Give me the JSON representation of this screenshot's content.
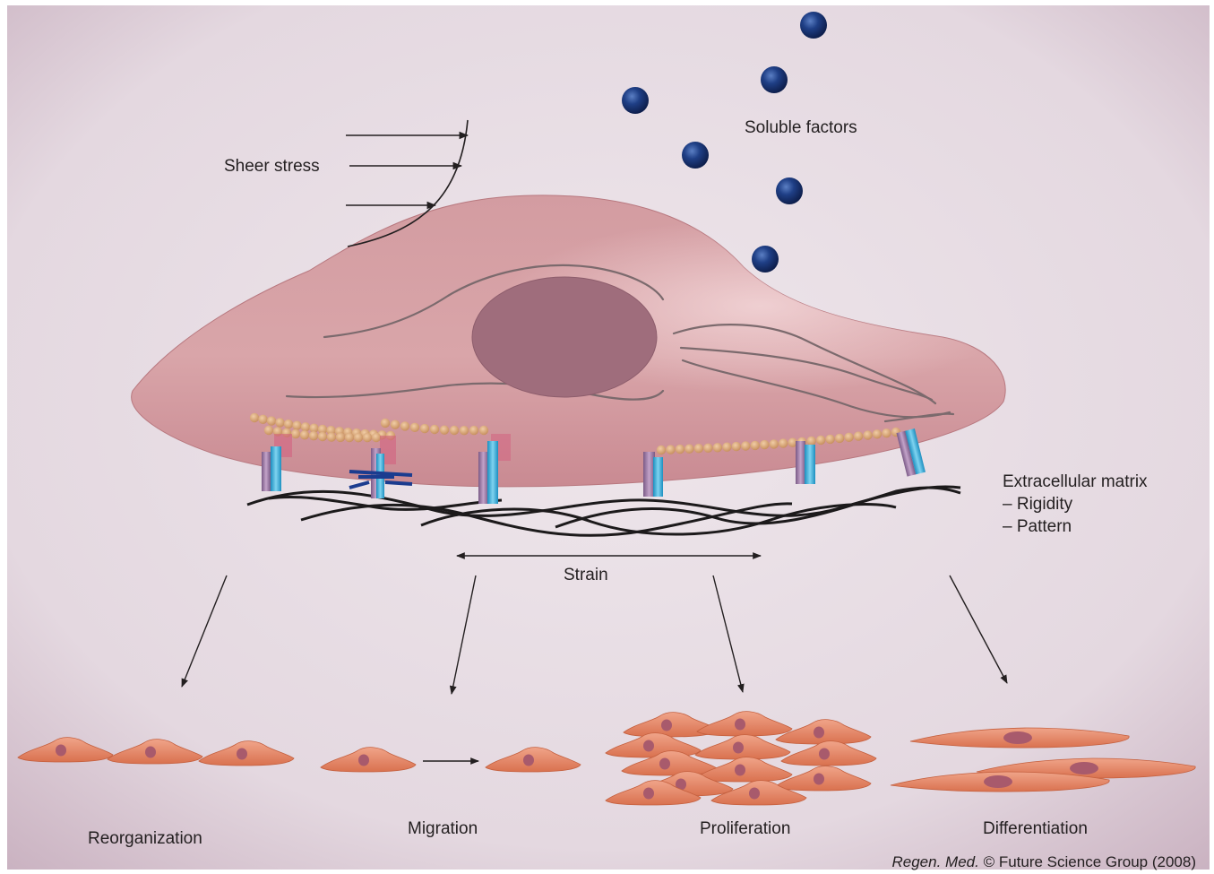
{
  "labels": {
    "soluble_factors": "Soluble factors",
    "sheer_stress": "Sheer stress",
    "ecm_title": "Extracellular matrix",
    "ecm_item_1": "– Rigidity",
    "ecm_item_2": "– Pattern",
    "strain": "Strain",
    "reorganization": "Reorganization",
    "migration": "Migration",
    "proliferation": "Proliferation",
    "differentiation": "Differentiation"
  },
  "credit": {
    "journal": "Regen. Med.",
    "rest": "© Future Science Group (2008)"
  },
  "colors": {
    "background": "#e6dbe2",
    "cell_body": "#d49a9f",
    "nucleus": "#9e6c7b",
    "soluble_factor": "#1f3f86",
    "small_cell": "#e28a6c",
    "actin_bead": "#d7a476",
    "integrin_blue": "#3fb2dc",
    "integrin_purple": "#9d7aa4"
  }
}
